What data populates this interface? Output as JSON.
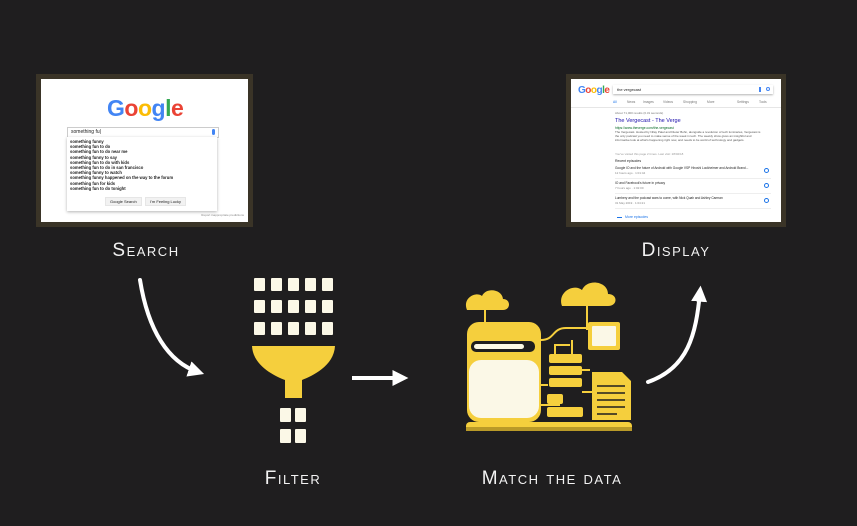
{
  "steps": {
    "search": {
      "label": "Search"
    },
    "filter": {
      "label": "Filter"
    },
    "match": {
      "label": "Match the data"
    },
    "display": {
      "label": "Display"
    }
  },
  "search_screen": {
    "logo": "Google",
    "query": "something fu|",
    "suggestions": [
      "something funny",
      "something fun to do",
      "something fun to do near me",
      "something funny to say",
      "something fun to do with kids",
      "something fun to do in san francisco",
      "something funny to watch",
      "something funny happened on the way to the forum",
      "something fun for kids",
      "something fun to do tonight"
    ],
    "buttons": [
      "Google Search",
      "I'm Feeling Lucky"
    ],
    "report_text": "Report inappropriate predictions"
  },
  "display_screen": {
    "logo": "Google",
    "query": "the vergecast",
    "tabs": [
      "All",
      "News",
      "Images",
      "Videos",
      "Shopping",
      "More",
      "Settings",
      "Tools"
    ],
    "result_count": "About 71,000 results (0.31 seconds)",
    "result_title": "The Vergecast - The Verge",
    "result_url": "https://www.theverge.com/the-vergecast",
    "result_snippet": "The Vergecast. Hosted by Nilay Patel and Dieter Bohn, alongside a revolution of tech luminaries, Vergecast is the only podcast you need to make sense of the week in tech. The weekly show gives an insightful and informative look at what's happening right now, and needs to be world of technology and gadgets.",
    "visited_note": "You've visited this page 2 times. Last visit: 28/02/18",
    "recent_heading": "Recent episodes",
    "episodes": [
      {
        "title": "Google IO and the future of Android with Google VSP Hiroshi Lockheimer and Android Brand...",
        "meta": "12 hours ago · 1:01:44"
      },
      {
        "title": "IO and Facebook's future in privacy",
        "meta": "7 hours ago · 1:02:00"
      },
      {
        "title": "Lumbery and the podcast wars to come, with Nick Quah and Ashley Carman",
        "meta": "31 May 2019 · 1:04:21"
      }
    ],
    "more_link": "More episodes"
  },
  "colors": {
    "background": "#1f1e1f",
    "accent_yellow": "#f5cf3d",
    "cream": "#fbf8e7",
    "frame": "#3a3427",
    "label": "#f2f2f2"
  }
}
